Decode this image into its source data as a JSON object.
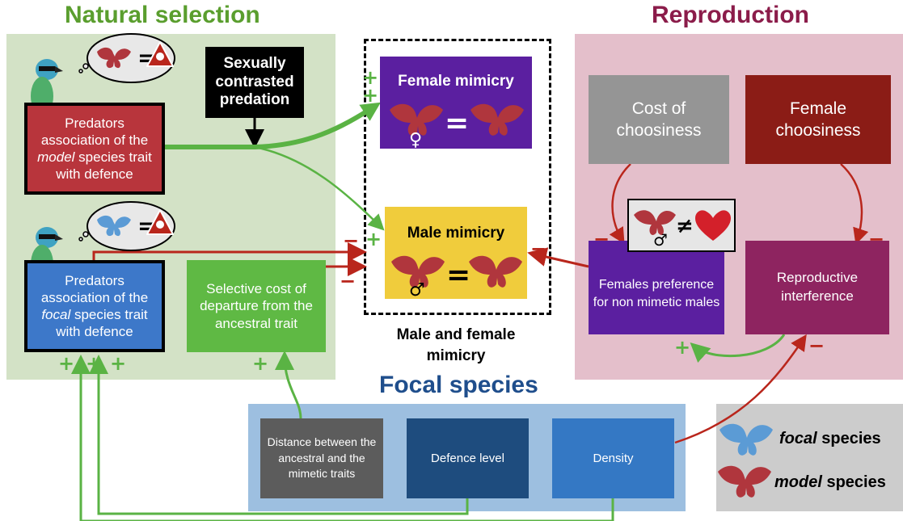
{
  "titles": {
    "natural_selection": "Natural selection",
    "reproduction": "Reproduction",
    "focal_species": "Focal species"
  },
  "colors": {
    "green_title": "#5a9e2e",
    "reproduction_title": "#8b1c4a",
    "focal_title": "#1f4e8c",
    "plus": "#5ab344",
    "minus": "#b9261c",
    "butterfly_model": "#b0363d",
    "butterfly_focal": "#5b9bd5"
  },
  "natural_selection": {
    "sexually_contrasted_predation": "Sexually contrasted predation",
    "predators_model": {
      "before": "Predators association of the ",
      "italic": "model",
      "after": " species trait with defence"
    },
    "predators_focal": {
      "before": "Predators association of the ",
      "italic": "focal",
      "after": " species trait with defence"
    },
    "selective_cost": "Selective cost of departure from the ancestral trait",
    "eq_sign": "="
  },
  "mimicry": {
    "female_mimicry": "Female mimicry",
    "male_mimicry": "Male mimicry",
    "caption": "Male and female mimicry",
    "female_symbol": "♀",
    "male_symbol": "♂",
    "eq_sign": "="
  },
  "reproduction": {
    "cost_of_choosiness": "Cost of choosiness",
    "female_choosiness": "Female choosiness",
    "females_preference": "Females preference for non mimetic males",
    "reproductive_interference": "Reproductive interference",
    "neq_sign": "≠"
  },
  "focal_species": {
    "distance": "Distance between the ancestral and the mimetic traits",
    "defence_level": "Defence level",
    "density": "Density"
  },
  "legend": {
    "focal": {
      "italic": "focal",
      "rest": " species"
    },
    "model": {
      "italic": "model",
      "rest": " species"
    }
  },
  "signs": {
    "plus": "+",
    "minus": "−"
  }
}
